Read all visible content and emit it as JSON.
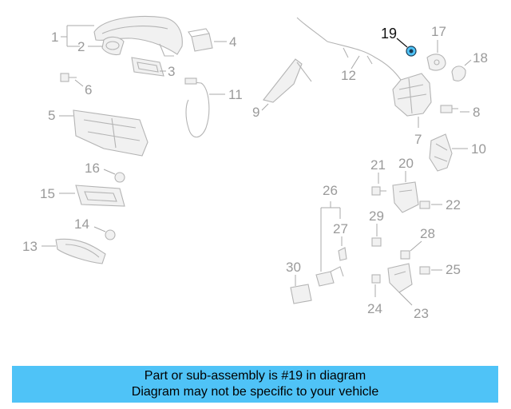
{
  "callouts": {
    "c1": "1",
    "c2": "2",
    "c3": "3",
    "c4": "4",
    "c5": "5",
    "c6": "6",
    "c7": "7",
    "c8": "8",
    "c9": "9",
    "c10": "10",
    "c11": "11",
    "c12": "12",
    "c13": "13",
    "c14": "14",
    "c15": "15",
    "c16": "16",
    "c17": "17",
    "c18": "18",
    "c19": "19",
    "c20": "20",
    "c21": "21",
    "c22": "22",
    "c23": "23",
    "c24": "24",
    "c25": "25",
    "c26": "26",
    "c27": "27",
    "c28": "28",
    "c29": "29",
    "c30": "30"
  },
  "highlight": {
    "part_number": "19",
    "color": "#4fc3f7"
  },
  "banner": {
    "line1": "Part or sub-assembly is #19 in diagram",
    "line2": "Diagram may not be specific to your vehicle",
    "background": "#4fc3f7"
  }
}
